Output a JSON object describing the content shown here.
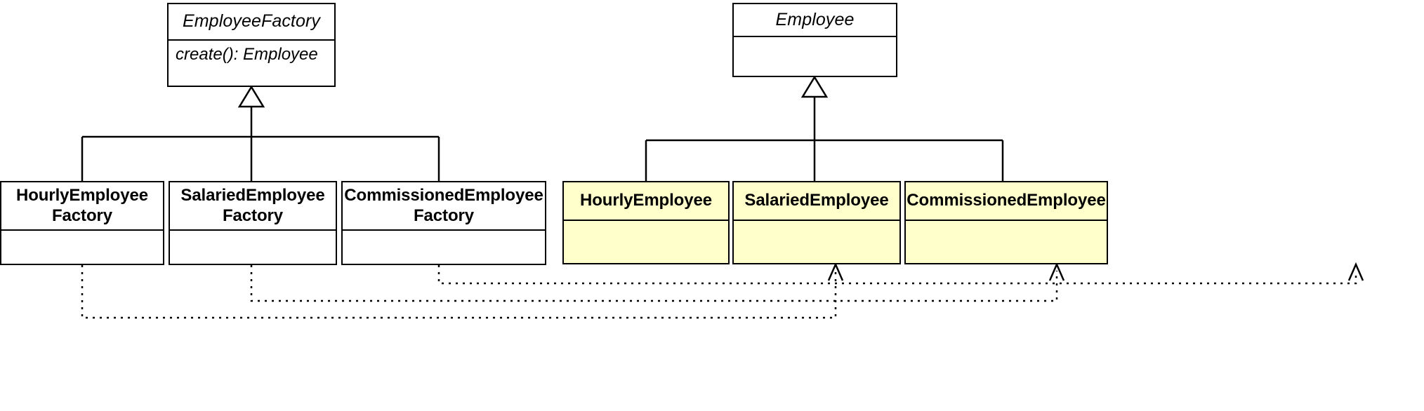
{
  "diagram": {
    "title": "Factory Method pattern - Employee factories",
    "type": "uml-class-diagram",
    "background_color": "#ffffff",
    "line_color": "#000000",
    "highlight_fill": "#ffffcc"
  },
  "classes": {
    "employee_factory": {
      "name": "EmployeeFactory",
      "stereotype": "abstract",
      "operations": [
        "create(): Employee"
      ],
      "fill": "#ffffff"
    },
    "employee": {
      "name": "Employee",
      "stereotype": "abstract",
      "operations": [],
      "fill": "#ffffff"
    },
    "hourly_employee_factory": {
      "name_line1": "HourlyEmployee",
      "name_line2": "Factory",
      "stereotype": "concrete",
      "operations": [],
      "fill": "#ffffff"
    },
    "salaried_employee_factory": {
      "name_line1": "SalariedEmployee",
      "name_line2": "Factory",
      "stereotype": "concrete",
      "operations": [],
      "fill": "#ffffff"
    },
    "commissioned_employee_factory": {
      "name_line1": "CommissionedEmployee",
      "name_line2": "Factory",
      "stereotype": "concrete",
      "operations": [],
      "fill": "#ffffff"
    },
    "hourly_employee": {
      "name": "HourlyEmployee",
      "stereotype": "concrete",
      "operations": [],
      "fill": "#ffffcc"
    },
    "salaried_employee": {
      "name": "SalariedEmployee",
      "stereotype": "concrete",
      "operations": [],
      "fill": "#ffffcc"
    },
    "commissioned_employee": {
      "name": "CommissionedEmployee",
      "stereotype": "concrete",
      "operations": [],
      "fill": "#ffffcc"
    }
  },
  "relationships": [
    {
      "kind": "generalization",
      "from": "HourlyEmployeeFactory",
      "to": "EmployeeFactory"
    },
    {
      "kind": "generalization",
      "from": "SalariedEmployeeFactory",
      "to": "EmployeeFactory"
    },
    {
      "kind": "generalization",
      "from": "CommissionedEmployeeFactory",
      "to": "EmployeeFactory"
    },
    {
      "kind": "generalization",
      "from": "HourlyEmployee",
      "to": "Employee"
    },
    {
      "kind": "generalization",
      "from": "SalariedEmployee",
      "to": "Employee"
    },
    {
      "kind": "generalization",
      "from": "CommissionedEmployee",
      "to": "Employee"
    },
    {
      "kind": "dependency",
      "from": "HourlyEmployeeFactory",
      "to": "HourlyEmployee"
    },
    {
      "kind": "dependency",
      "from": "SalariedEmployeeFactory",
      "to": "SalariedEmployee"
    },
    {
      "kind": "dependency",
      "from": "CommissionedEmployeeFactory",
      "to": "CommissionedEmployee"
    }
  ]
}
